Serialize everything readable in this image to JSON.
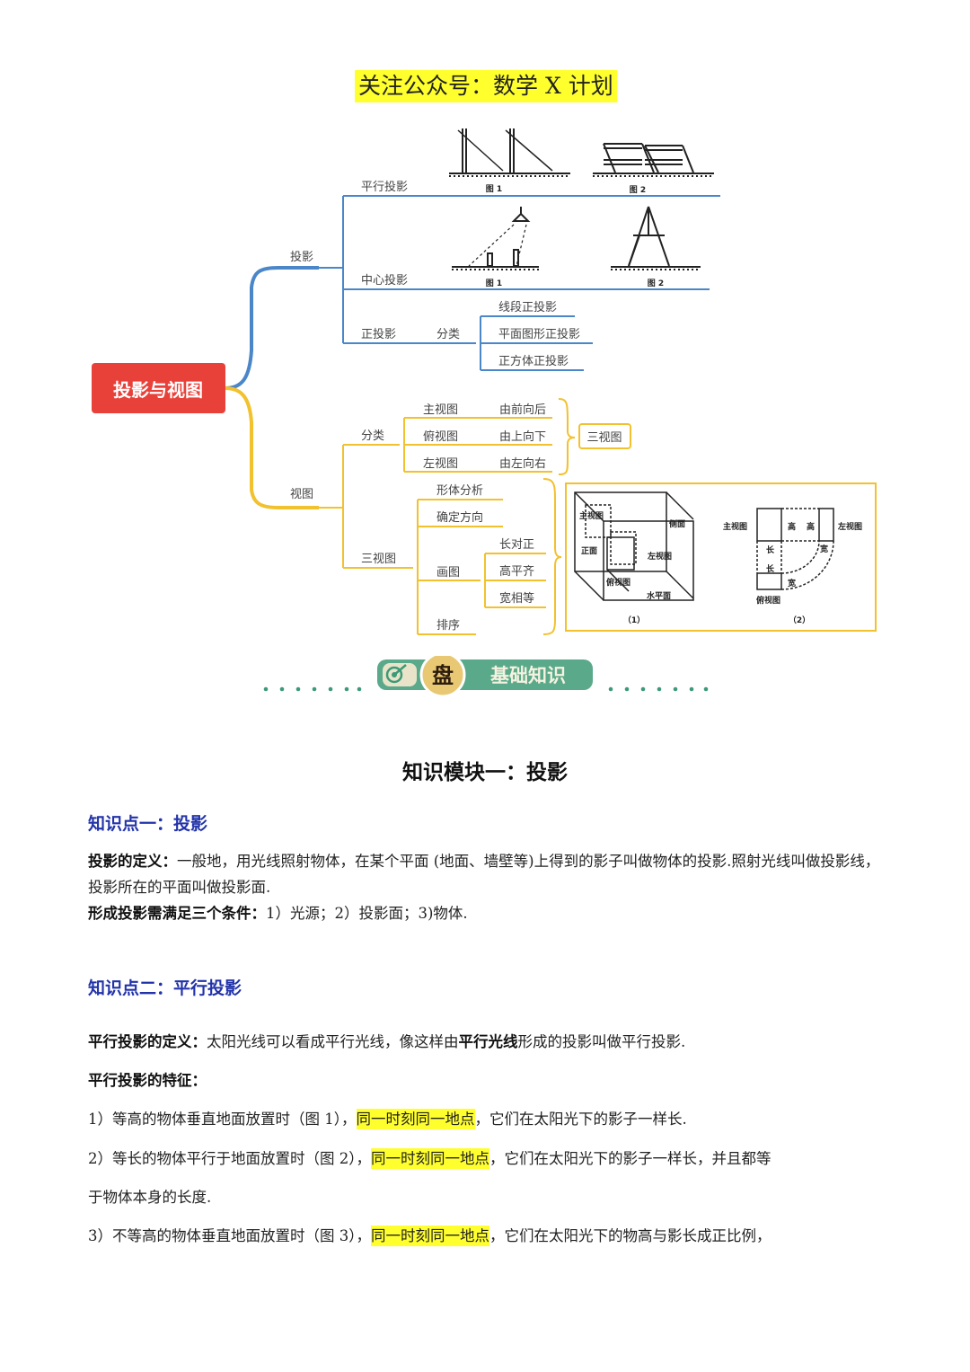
{
  "header": {
    "title": "关注公众号：数学 X 计划"
  },
  "mindmap": {
    "root": "投影与视图",
    "projection": {
      "label": "投影",
      "parallel": "平行投影",
      "central": "中心投影",
      "orthographic": "正投影",
      "ortho_category": "分类",
      "ortho_items": [
        "线段正投影",
        "平面图形正投影",
        "正方体正投影"
      ],
      "fig1": "图 1",
      "fig2": "图 2"
    },
    "views": {
      "label": "视图",
      "category": "分类",
      "rows": [
        {
          "view": "主视图",
          "dir": "由前向后"
        },
        {
          "view": "俯视图",
          "dir": "由上向下"
        },
        {
          "view": "左视图",
          "dir": "由左向右"
        }
      ],
      "three_view": "三视图",
      "three_view_branch": "三视图",
      "steps": [
        "形体分析",
        "确定方向",
        "画图",
        "排序"
      ],
      "drawing_rules": [
        "长对正",
        "高平齐",
        "宽相等"
      ],
      "diagram1": {
        "labels": [
          "主视图",
          "侧面",
          "正面",
          "左视图",
          "俯视图",
          "水平面"
        ],
        "caption": "（1）"
      },
      "diagram2": {
        "labels": [
          "主视图",
          "高",
          "高",
          "左视图",
          "长",
          "长",
          "宽",
          "宽",
          "俯视图"
        ],
        "caption": "（2）"
      }
    }
  },
  "banner": {
    "text": "基础知识",
    "badge": "盘"
  },
  "module_title": "知识模块一：投影",
  "kp1": {
    "title": "知识点一：投影",
    "def_label": "投影的定义：",
    "def_text": "一般地，用光线照射物体，在某个平面 (地面、墙壁等)上得到的影子叫做物体的投影.照射光线叫做投影线，投影所在的平面叫做投影面.",
    "cond_label": "形成投影需满足三个条件：",
    "cond_text": "1）光源；2）投影面；3)物体."
  },
  "kp2": {
    "title": "知识点二：平行投影",
    "def_label": "平行投影的定义：",
    "def_pre": "太阳光线可以看成平行光线，像这样由",
    "def_bold": "平行光线",
    "def_post": "形成的投影叫做平行投影.",
    "feat_label": "平行投影的特征：",
    "items": [
      {
        "pre": "1）等高的物体垂直地面放置时（图 1），",
        "hl": "同一时刻同一地点",
        "post": "，它们在太阳光下的影子一样长."
      },
      {
        "pre": "2）等长的物体平行于地面放置时（图 2），",
        "hl": "同一时刻同一地点",
        "post": "，它们在太阳光下的影子一样长，并且都等"
      },
      {
        "pre": "3）不等高的物体垂直地面放置时（图 3），",
        "hl": "同一时刻同一地点",
        "post": "，它们在太阳光下的物高与影长成正比例，"
      }
    ],
    "item2_cont": "于物体本身的长度."
  },
  "colors": {
    "blue": "#4a86c8",
    "yellow": "#f2c12e",
    "root": "#e8413a",
    "title_blue": "#2233aa",
    "highlight": "#ffff2e"
  }
}
